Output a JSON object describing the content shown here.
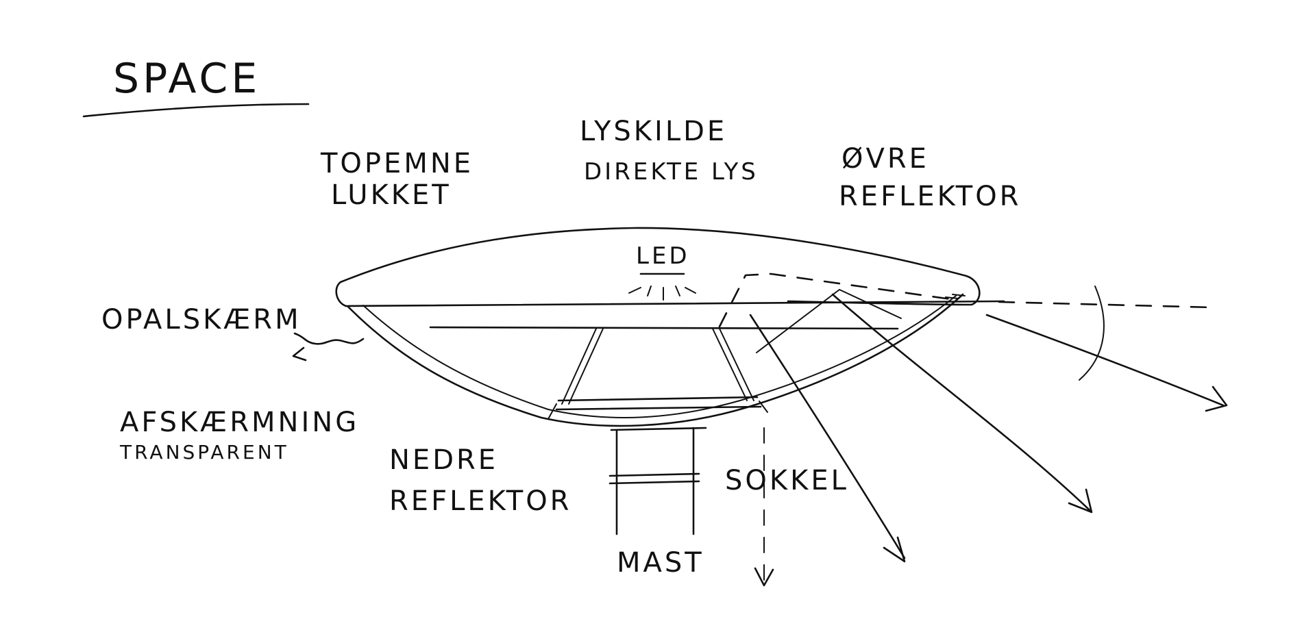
{
  "title": "SPACE",
  "labels": {
    "topemne_line1": "TOPEMNE",
    "topemne_line2": "LUKKET",
    "lyskilde_line1": "LYSKILDE",
    "lyskilde_line2": "DIREKTE LYS",
    "ovre_line1": "ØVRE",
    "ovre_line2": "REFLEKTOR",
    "led": "LED",
    "opalskaerm": "OPALSKÆRM",
    "afskaermning_line1": "AFSKÆRMNING",
    "afskaermning_line2": "TRANSPARENT",
    "nedre_line1": "NEDRE",
    "nedre_line2": "REFLEKTOR",
    "sokkel": "SOKKEL",
    "mast": "MAST"
  },
  "colors": {
    "ink": "#111111",
    "paper": "#ffffff"
  }
}
